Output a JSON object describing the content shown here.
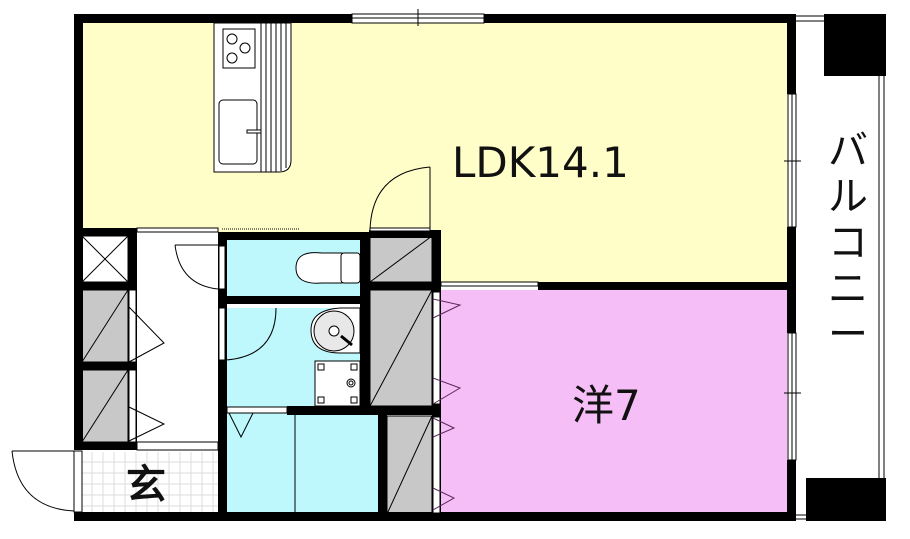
{
  "floor_plan": {
    "rooms": {
      "ldk": {
        "label": "LDK14.1",
        "color": "#FFFDC8"
      },
      "western": {
        "label": "洋7",
        "color": "#F6BEF6"
      },
      "entrance": {
        "label": "玄",
        "color": "#FFFFFF"
      },
      "balcony": {
        "label": "バルコニー",
        "color": "#FFFFFF"
      },
      "toilet": {
        "label": "",
        "color": "#BEF8FC"
      },
      "washroom": {
        "label": "",
        "color": "#BEF8FC"
      },
      "bath": {
        "label": "",
        "color": "#BEF8FC"
      },
      "closet": {
        "label": "",
        "color": "#C8C8C8"
      }
    },
    "colors": {
      "wall": "#000000",
      "ldk_fill": "#FFFDC8",
      "western_fill": "#F6BEF6",
      "wet_area_fill": "#BEF8FC",
      "closet_fill": "#C8C8C8",
      "tile_grid": "#DDDDDD"
    }
  }
}
